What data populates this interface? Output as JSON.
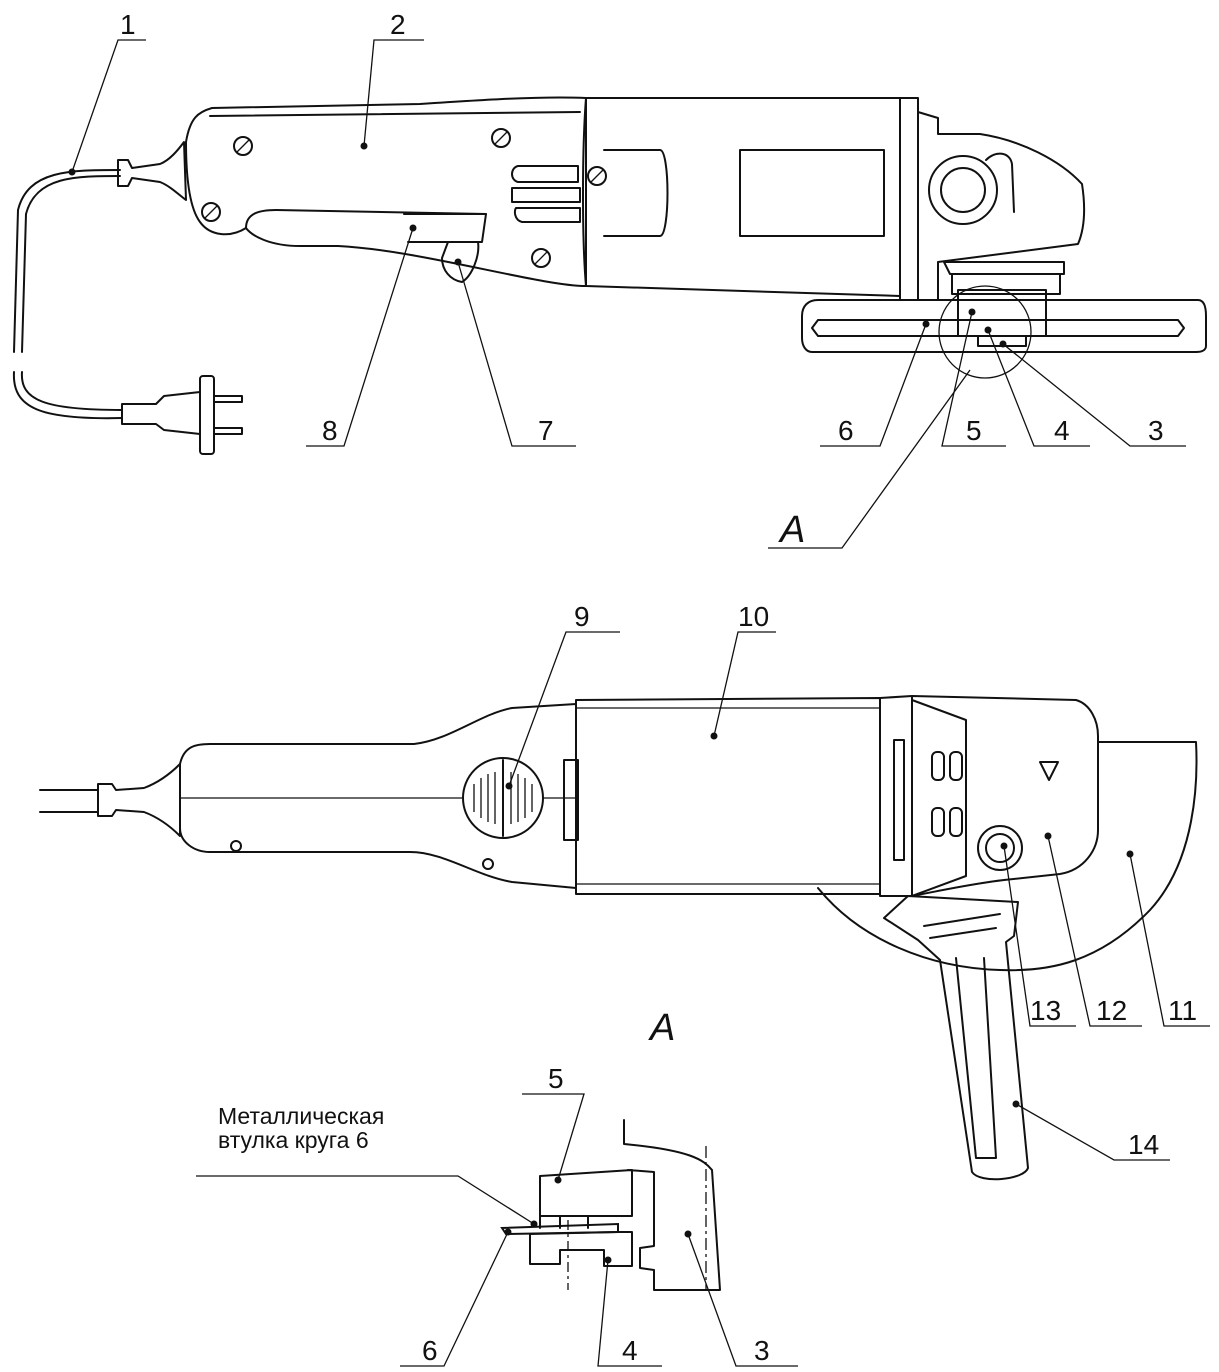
{
  "callouts": {
    "c1": "1",
    "c2": "2",
    "c3": "3",
    "c4": "4",
    "c5": "5",
    "c6": "6",
    "c7": "7",
    "c8": "8",
    "c9": "9",
    "c10": "10",
    "c11": "11",
    "c12": "12",
    "c13": "13",
    "c14": "14",
    "d3": "3",
    "d4": "4",
    "d5": "5",
    "d6": "6"
  },
  "view_label_top": "А",
  "view_label_detail": "А",
  "note": {
    "line1": "Металлическая",
    "line2": "втулка круга 6"
  }
}
